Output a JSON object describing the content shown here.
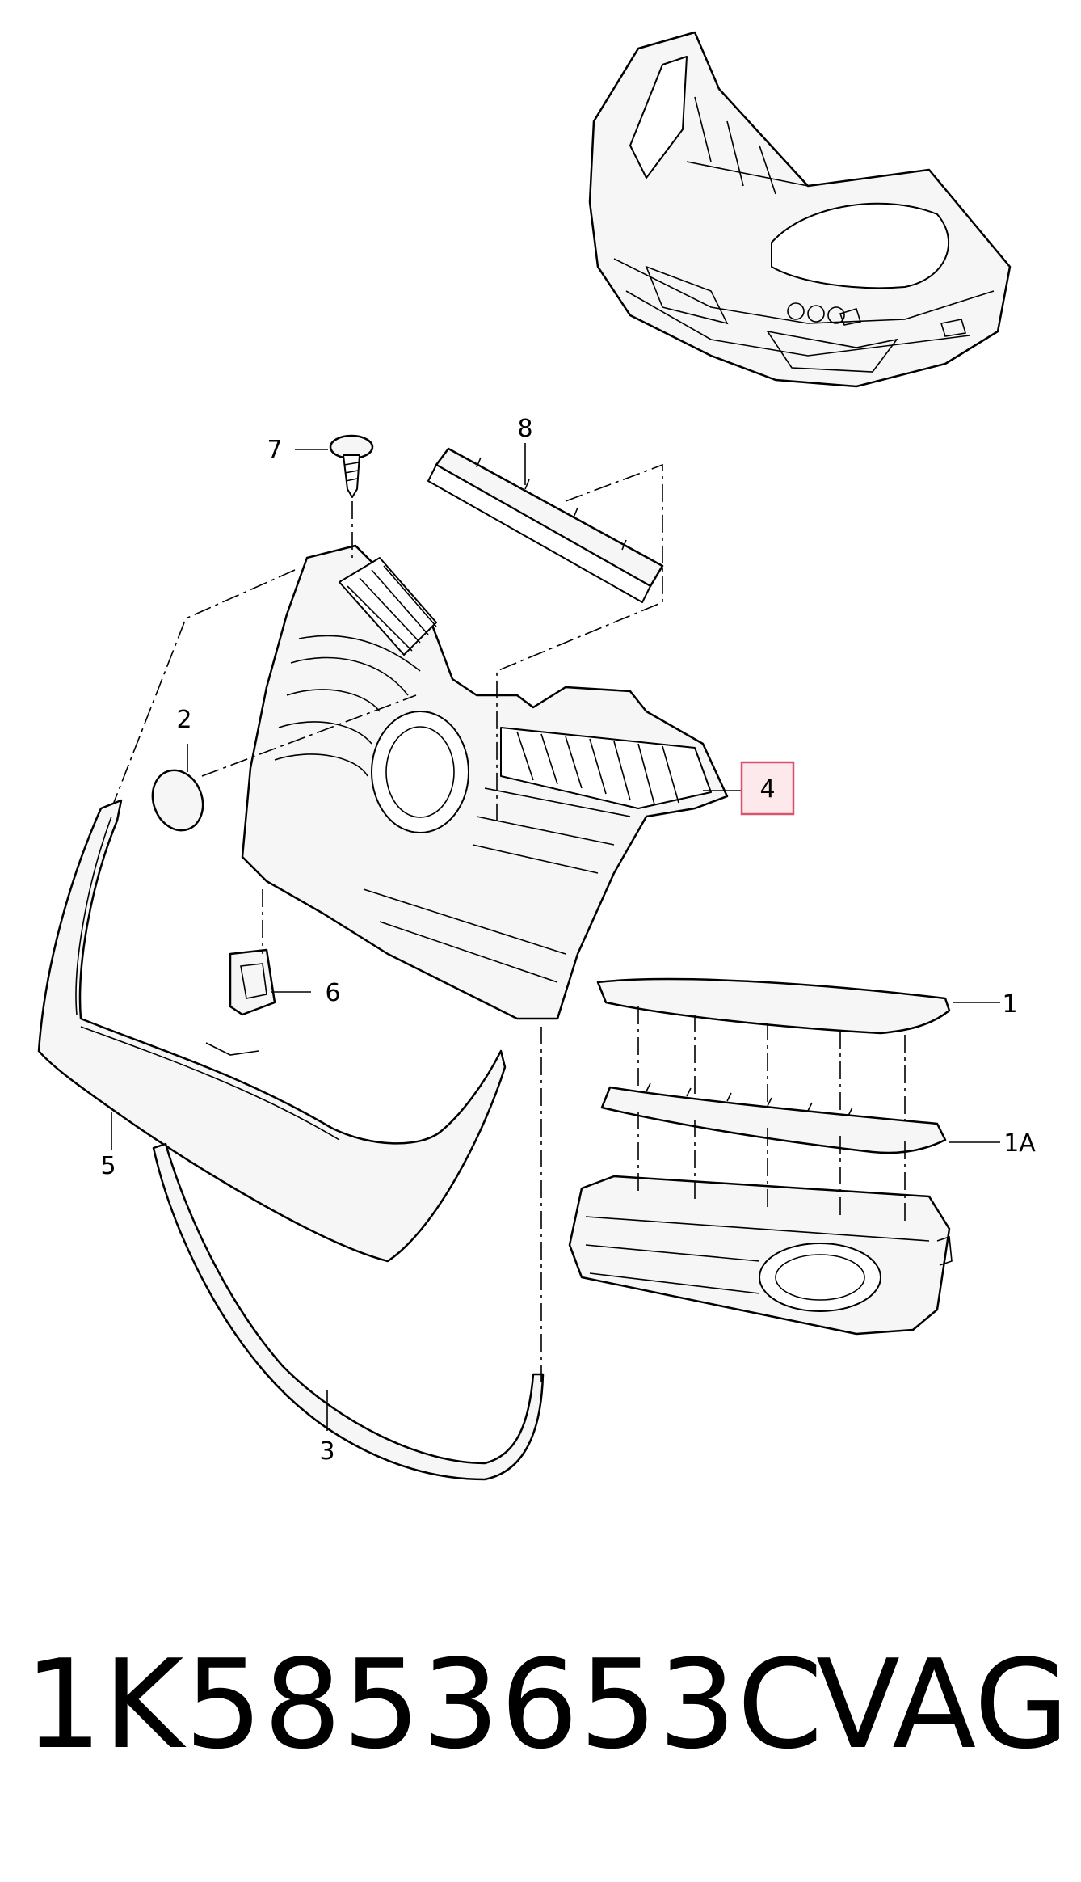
{
  "labels": {
    "p1": "1",
    "p1a": "1A",
    "p2": "2",
    "p3": "3",
    "p4": "4",
    "p5": "5",
    "p6": "6",
    "p7": "7",
    "p8": "8"
  },
  "footer": {
    "part_number": "1K5853653C",
    "brand": "VAG"
  },
  "colors": {
    "highlight_fill": "#fde8ec",
    "highlight_stroke": "#d9536c"
  }
}
